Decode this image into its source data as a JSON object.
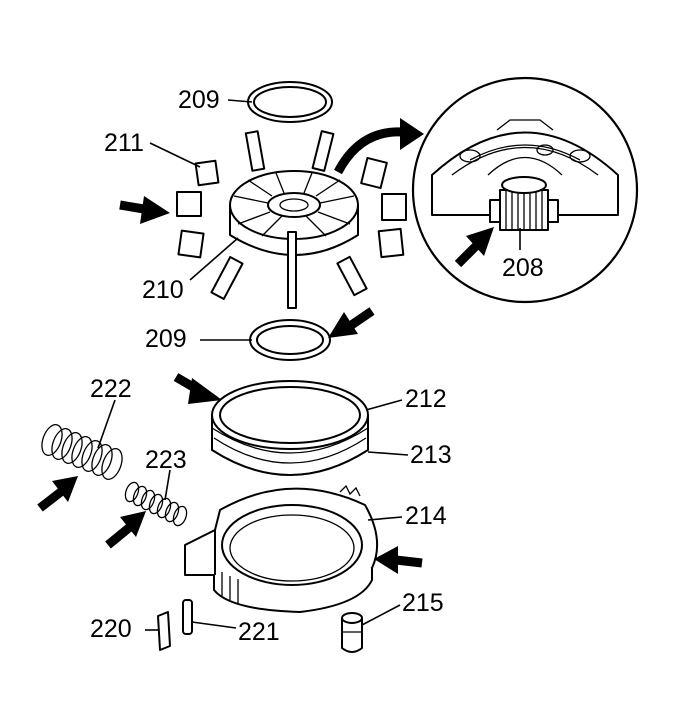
{
  "callouts": {
    "c209_top": "209",
    "c211": "211",
    "c210": "210",
    "c208": "208",
    "c209_bottom": "209",
    "c212": "212",
    "c213": "213",
    "c222": "222",
    "c223": "223",
    "c214": "214",
    "c215": "215",
    "c220": "220",
    "c221": "221"
  },
  "colors": {
    "line": "#000000",
    "background": "#ffffff",
    "arrow": "#000000"
  }
}
